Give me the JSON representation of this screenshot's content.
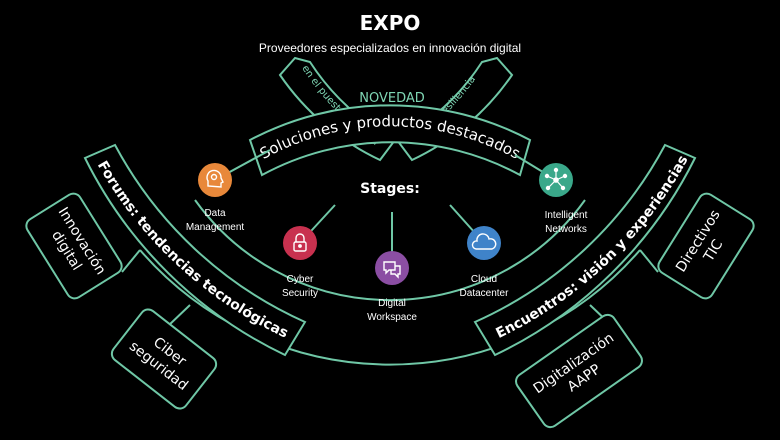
{
  "header": {
    "title": "EXPO",
    "subtitle": "Proveedores especializados en innovación digital"
  },
  "novedad": {
    "label": "NOVEDAD",
    "left": "IA en el puesto de trabajo",
    "right": "Ciberresiliencia"
  },
  "stages": {
    "label": "Stages:",
    "arc_text": "Soluciones y productos destacados"
  },
  "forums": {
    "arc_text": "Forums: tendencias tecnológicas",
    "box_top": [
      "Innovación",
      "digital"
    ],
    "box_bottom": [
      "Ciber",
      "seguridad"
    ]
  },
  "encuentros": {
    "arc_text": "Encuentros: visión y experiencias",
    "box_top": [
      "Directivos",
      "TIC"
    ],
    "box_bottom": [
      "Digitalización",
      "AAPP"
    ]
  },
  "nodes": [
    {
      "id": "data",
      "label": [
        "Data",
        "Management"
      ],
      "icon": "brain-gear-icon",
      "color": "#e8883a"
    },
    {
      "id": "cyber",
      "label": [
        "Cyber",
        "Security"
      ],
      "icon": "lock-icon",
      "color": "#c8314f"
    },
    {
      "id": "workspace",
      "label": [
        "Digital",
        "Workspace"
      ],
      "icon": "chat-bubbles-icon",
      "color": "#8b4ea3"
    },
    {
      "id": "cloud",
      "label": [
        "Cloud",
        "Datacenter"
      ],
      "icon": "cloud-icon",
      "color": "#3f83c9"
    },
    {
      "id": "networks",
      "label": [
        "Intelligent",
        "Networks"
      ],
      "icon": "network-icon",
      "color": "#3aa88a"
    }
  ]
}
